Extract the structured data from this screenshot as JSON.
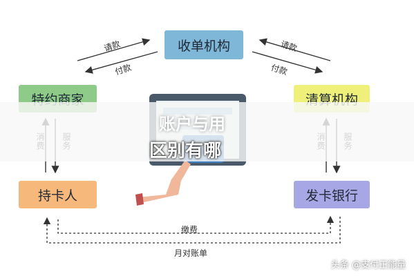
{
  "nodes": {
    "acquirer": "收单机构",
    "merchant": "特约商家",
    "clearing": "清算机构",
    "cardholder": "持卡人",
    "issuer": "发卡银行"
  },
  "edges": {
    "merchant_to_acquirer": "请款",
    "acquirer_to_merchant": "付款",
    "clearing_to_acquirer": "请款",
    "acquirer_to_clearing": "付款",
    "cardholder_to_merchant": "消费",
    "merchant_to_cardholder": "服务",
    "issuer_to_clearing": "消费",
    "clearing_to_issuer": "服务",
    "cardholder_to_issuer": "缴费",
    "issuer_to_cardholder": "月对账单"
  },
  "overlay": {
    "title_fragment": "账户与用",
    "subtitle_fragment": "区别有哪"
  },
  "watermark": "头条 @支付正能量",
  "colors": {
    "acquirer": "#7fb7d9",
    "merchant": "#8ecb88",
    "clearing": "#eef07a",
    "cardholder": "#f6b87b",
    "issuer": "#a8a7e6"
  },
  "icons": [
    "laptop-icon",
    "credit-card-icon",
    "hand-icon"
  ]
}
